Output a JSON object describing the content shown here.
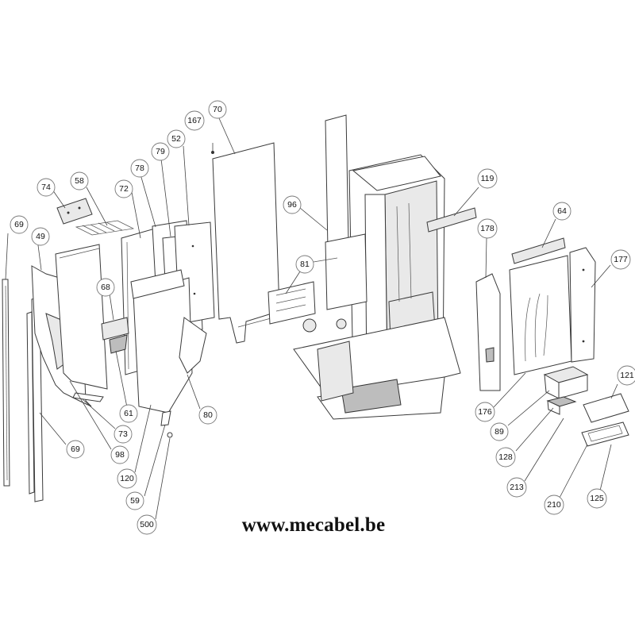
{
  "website": "www.mecabel.be",
  "callouts": [
    "70",
    "167",
    "52",
    "79",
    "78",
    "72",
    "58",
    "74",
    "69",
    "49",
    "96",
    "81",
    "119",
    "64",
    "178",
    "177",
    "68",
    "61",
    "73",
    "98",
    "69",
    "80",
    "120",
    "59",
    "500",
    "176",
    "89",
    "121",
    "128",
    "213",
    "210",
    "125"
  ]
}
